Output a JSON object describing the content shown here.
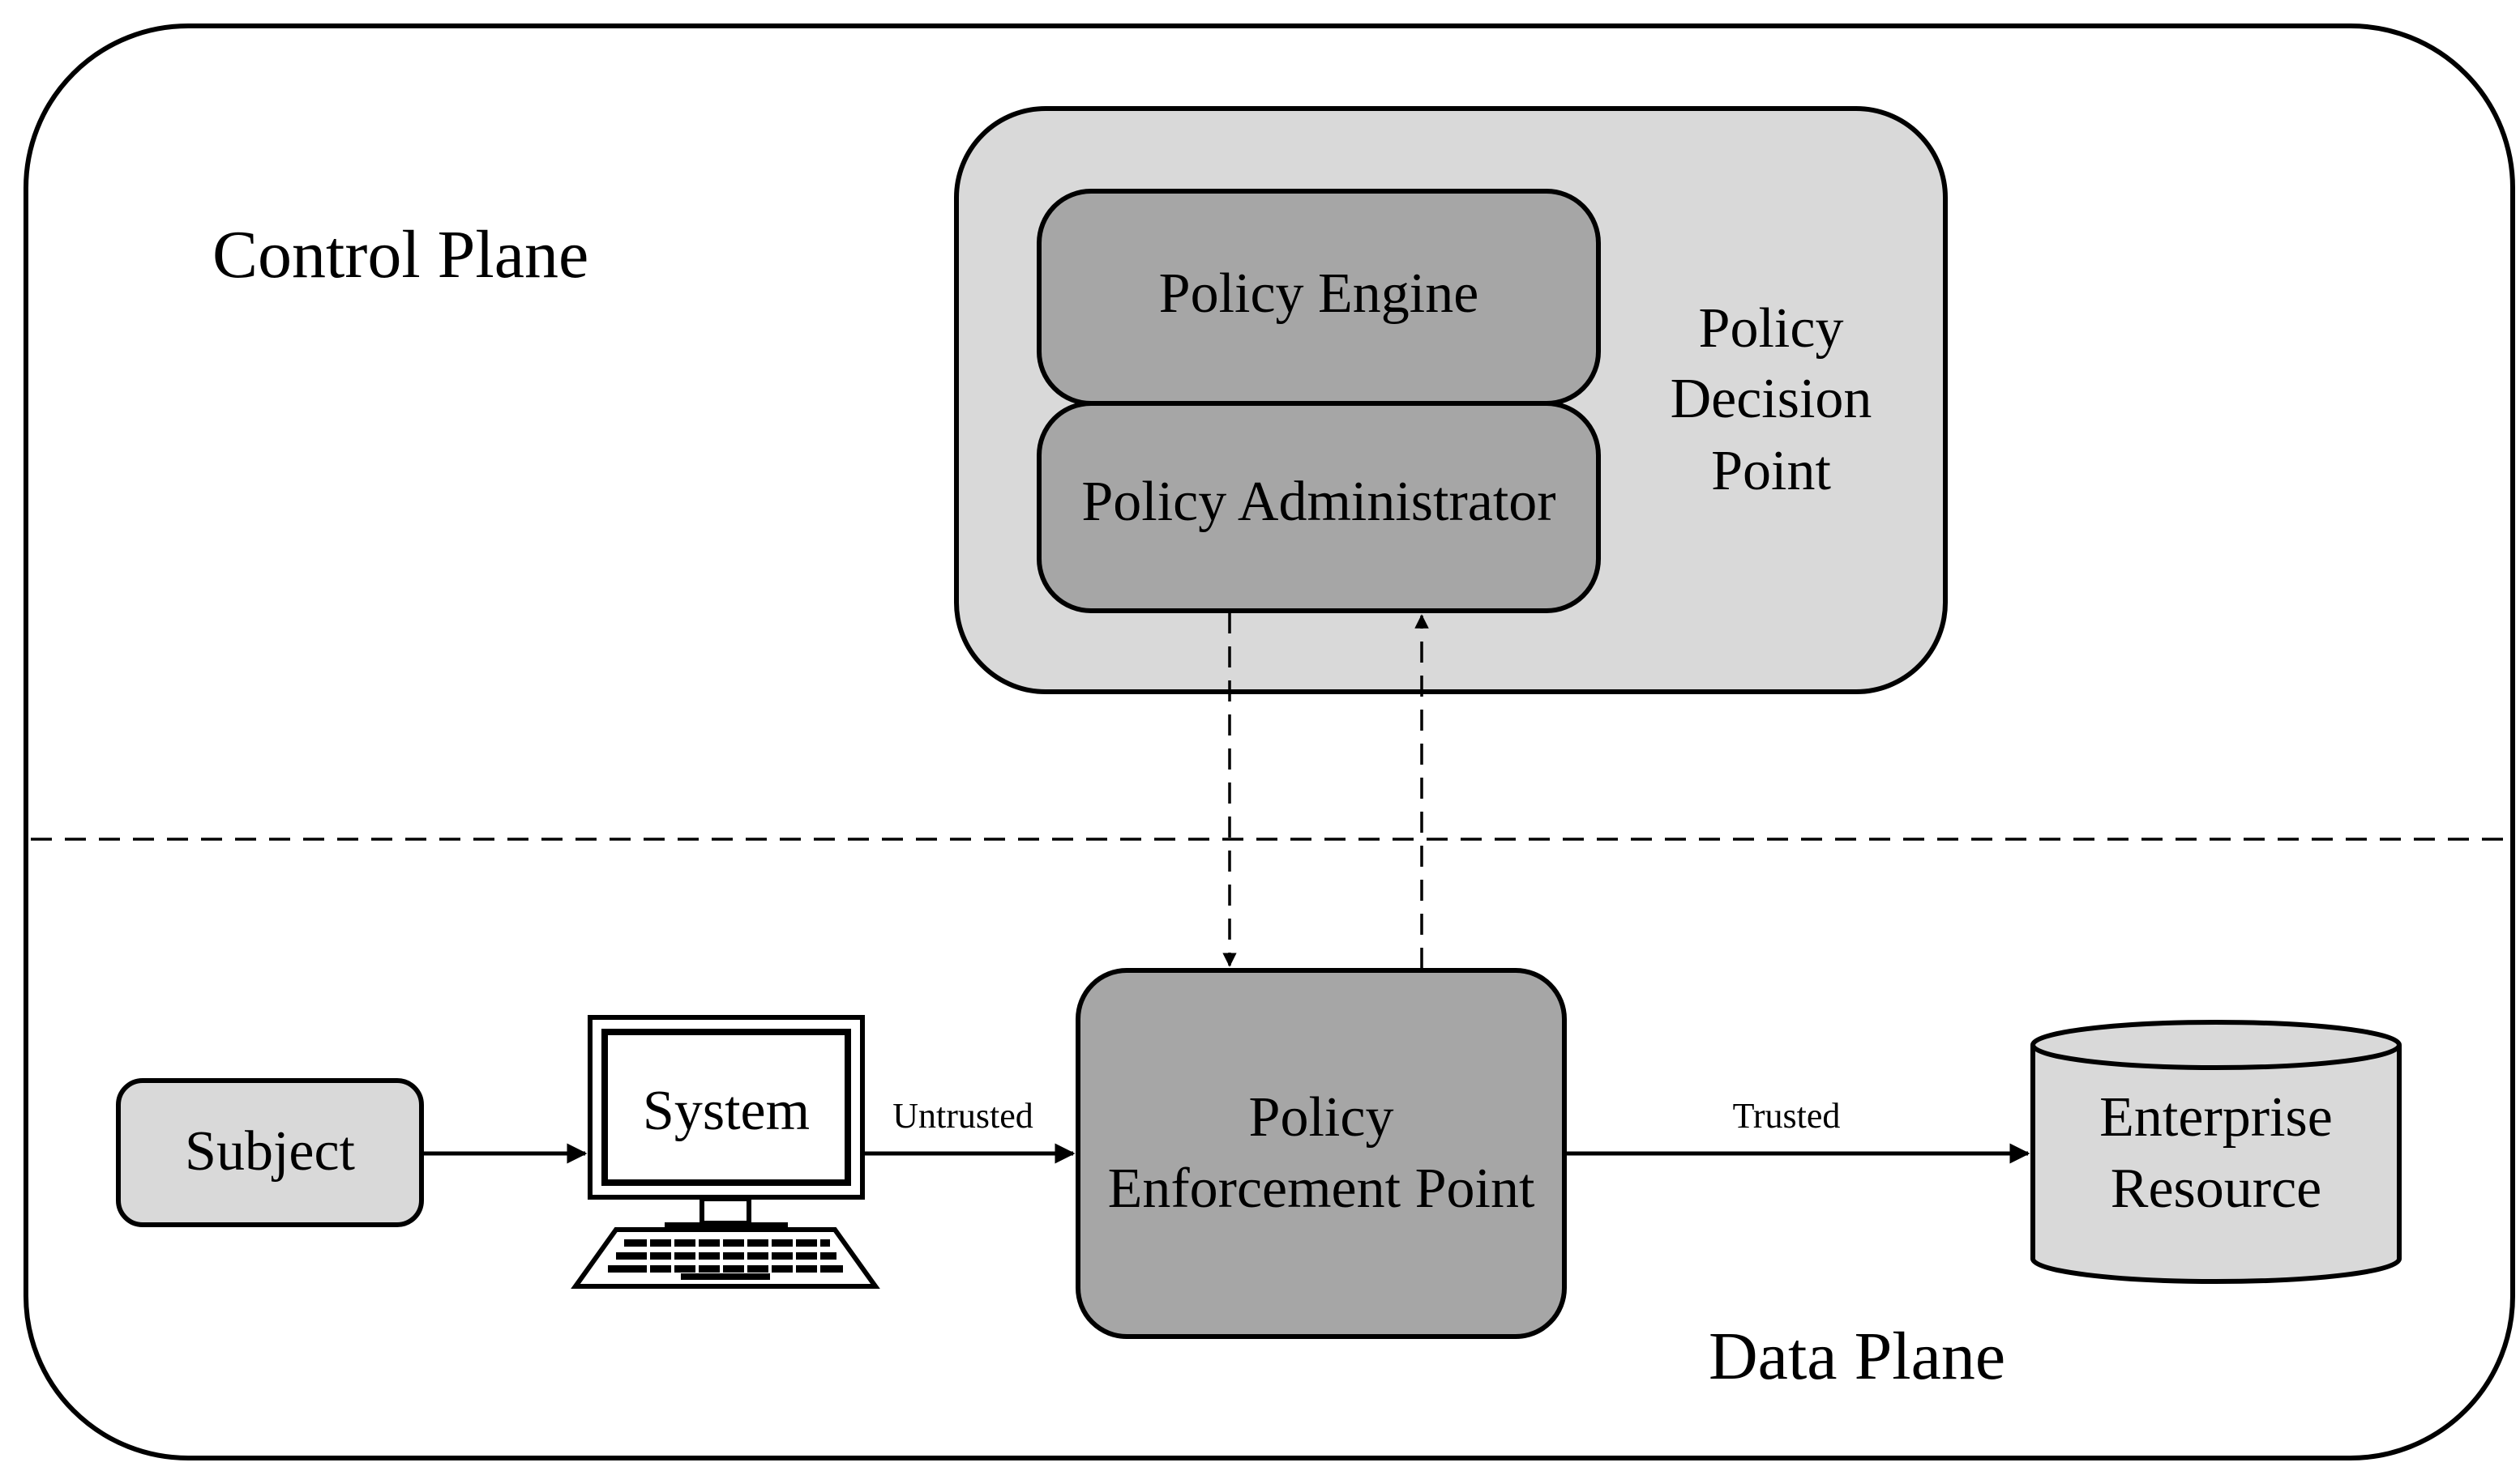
{
  "planes": {
    "control_label": "Control Plane",
    "data_label": "Data Plane"
  },
  "pdp": {
    "label_line1": "Policy",
    "label_line2": "Decision",
    "label_line3": "Point",
    "engine_label": "Policy Engine",
    "administrator_label": "Policy Administrator"
  },
  "pep": {
    "label_line1": "Policy",
    "label_line2": "Enforcement Point"
  },
  "subject": {
    "label": "Subject"
  },
  "system": {
    "label": "System"
  },
  "resource": {
    "label_line1": "Enterprise",
    "label_line2": "Resource"
  },
  "edges": {
    "untrusted_label": "Untrusted",
    "trusted_label": "Trusted"
  },
  "colors": {
    "outline": "#000000",
    "light_fill": "#d9d9d9",
    "dark_fill": "#a6a6a6",
    "background": "#ffffff"
  }
}
